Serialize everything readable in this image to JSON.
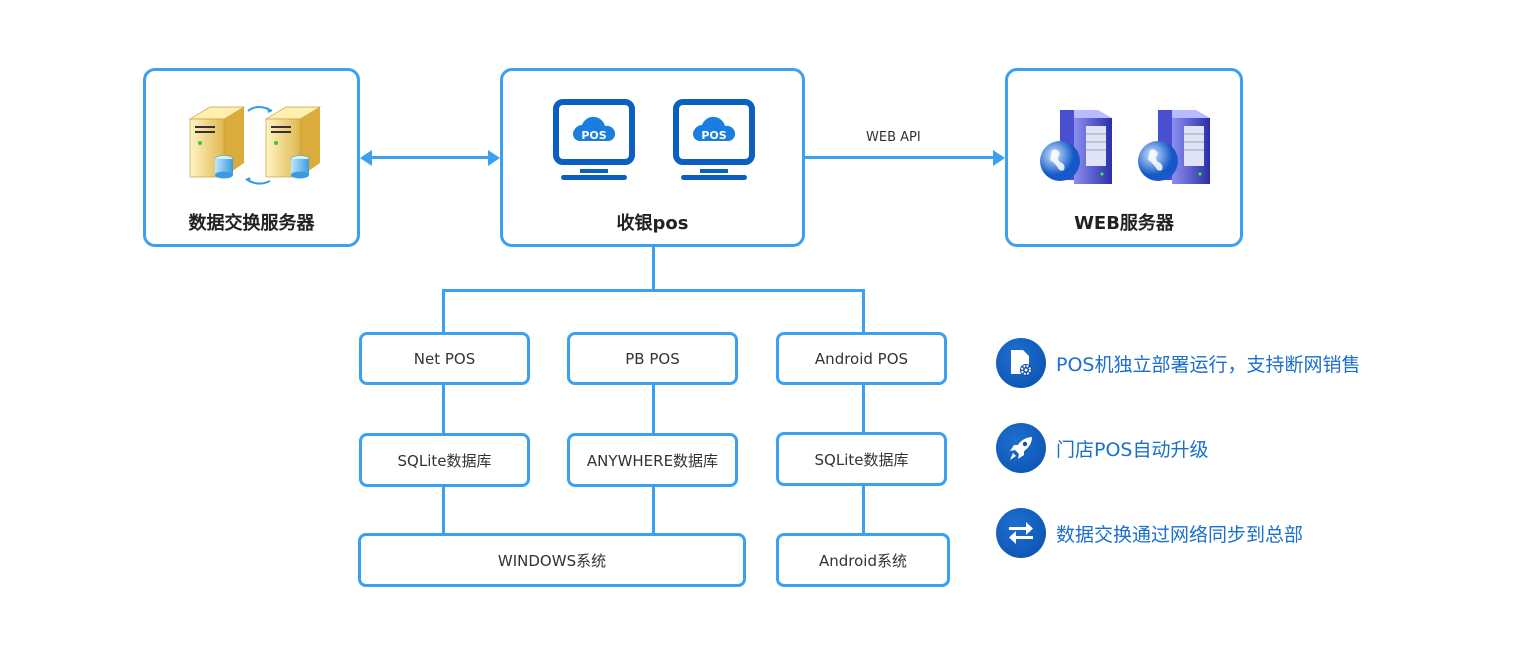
{
  "top_nodes": {
    "exchange_server": {
      "label": "数据交换服务器"
    },
    "cashier_pos": {
      "label": "收银pos",
      "screen_badge": "POS"
    },
    "web_server": {
      "label": "WEB服务器"
    }
  },
  "connections": {
    "pos_to_web_label": "WEB API"
  },
  "pos_types": [
    {
      "label": "Net POS"
    },
    {
      "label": "PB POS"
    },
    {
      "label": "Android POS"
    }
  ],
  "databases": [
    {
      "label": "SQLite数据库"
    },
    {
      "label": "ANYWHERE数据库"
    },
    {
      "label": "SQLite数据库"
    }
  ],
  "systems": [
    {
      "label": "WINDOWS系统"
    },
    {
      "label": "Android系统"
    }
  ],
  "features": [
    {
      "icon": "file-gear-icon",
      "text": "POS机独立部署运行，支持断网销售"
    },
    {
      "icon": "rocket-icon",
      "text": "门店POS自动升级"
    },
    {
      "icon": "swap-arrows-icon",
      "text": "数据交换通过网络同步到总部"
    }
  ],
  "colors": {
    "line": "#3ba0f0",
    "feature_text": "#1a6fcf",
    "feature_icon_bg": "#0a4fae"
  }
}
